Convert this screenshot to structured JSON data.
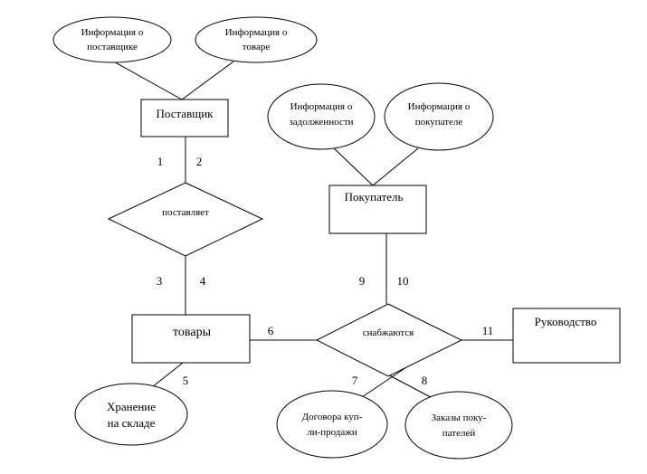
{
  "entities": {
    "supplier": "Поставщик",
    "buyer": "Покупатель",
    "goods": "товары",
    "management": "Руководство"
  },
  "relationships": {
    "supplies": "поставляет",
    "provide": "снабжаются"
  },
  "attributes": {
    "supplier_info": [
      "Информация о",
      "поставщике"
    ],
    "goods_info": [
      "Информация о",
      "товаре"
    ],
    "debt_info": [
      "Информация о",
      "задолженности"
    ],
    "buyer_info": [
      "Информация о",
      "покупателе"
    ],
    "storage": [
      "Хранение",
      "на складе"
    ],
    "contracts": [
      "Договора куп-",
      "ли-продажи"
    ],
    "orders": [
      "Заказы поку-",
      "пателей"
    ]
  },
  "edge_labels": [
    "1",
    "2",
    "3",
    "4",
    "5",
    "6",
    "7",
    "8",
    "9",
    "10",
    "11"
  ]
}
